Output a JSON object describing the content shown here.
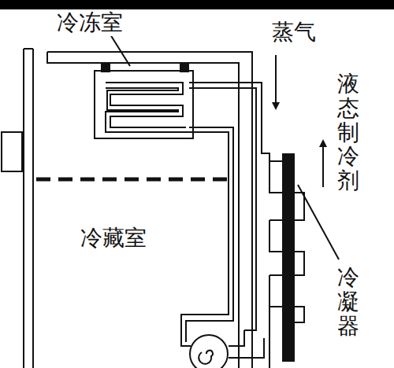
{
  "diagram": {
    "labels": [
      "冷冻室",
      "蒸气",
      "液态制冷剂",
      "冷凝器",
      "冷藏室"
    ]
  }
}
